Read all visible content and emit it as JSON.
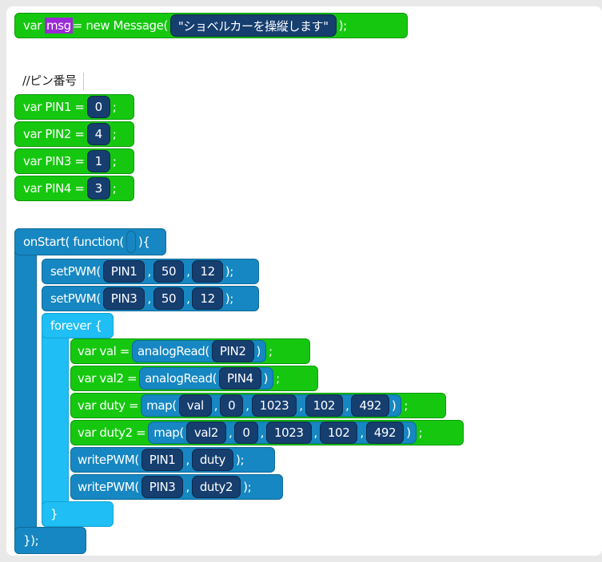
{
  "line1": {
    "prefix": "var",
    "varname": "msg",
    "middle": "= new Message(",
    "string": "\"ショベルカーを操縦します\"",
    "suffix": ");"
  },
  "comment": "//ピン番号",
  "pins": [
    {
      "label": "var PIN1 =",
      "value": "0",
      "semi": ";"
    },
    {
      "label": "var PIN2 =",
      "value": "4",
      "semi": ";"
    },
    {
      "label": "var PIN3 =",
      "value": "1",
      "semi": ";"
    },
    {
      "label": "var PIN4 =",
      "value": "3",
      "semi": ";"
    }
  ],
  "onstart": {
    "head": "onStart( function(",
    "close_paren": "){",
    "end": "});"
  },
  "setpwm1": {
    "fn": "setPWM(",
    "a": "PIN1",
    "b": "50",
    "c": "12",
    "end": ");"
  },
  "setpwm2": {
    "fn": "setPWM(",
    "a": "PIN3",
    "b": "50",
    "c": "12",
    "end": ");"
  },
  "forever": {
    "head": "forever {",
    "end": "}"
  },
  "val": {
    "decl": "var val =",
    "fn": "analogRead(",
    "arg": "PIN2",
    "close": ")",
    "semi": ";"
  },
  "val2": {
    "decl": "var val2 =",
    "fn": "analogRead(",
    "arg": "PIN4",
    "close": ")",
    "semi": ";"
  },
  "duty": {
    "decl": "var duty =",
    "fn": "map(",
    "args": [
      "val",
      "0",
      "1023",
      "102",
      "492"
    ],
    "close": ")",
    "semi": ";"
  },
  "duty2": {
    "decl": "var duty2 =",
    "fn": "map(",
    "args": [
      "val2",
      "0",
      "1023",
      "102",
      "492"
    ],
    "close": ")",
    "semi": ";"
  },
  "write1": {
    "fn": "writePWM(",
    "a": "PIN1",
    "b": "duty",
    "end": ");"
  },
  "write2": {
    "fn": "writePWM(",
    "a": "PIN3",
    "b": "duty2",
    "end": ");"
  },
  "comma": ",",
  "colors": {
    "green": "#15c80f",
    "teal": "#1687c2",
    "cyan": "#1fbef4",
    "slot": "#163e6f",
    "highlight": "#9b2ad6"
  }
}
